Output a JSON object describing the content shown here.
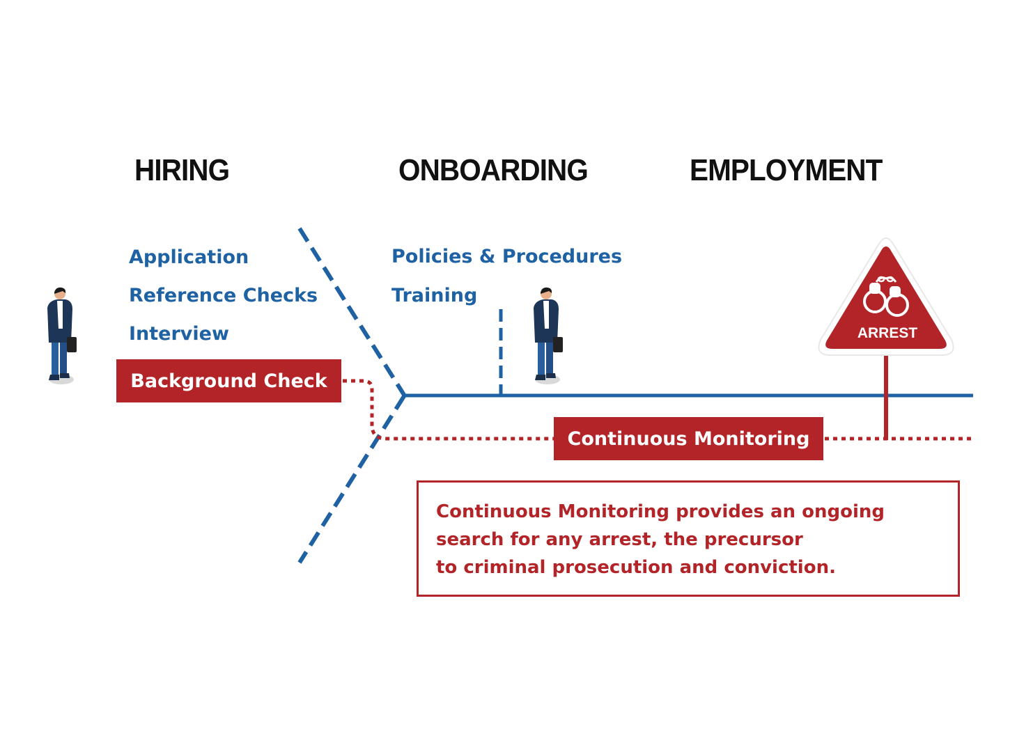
{
  "colors": {
    "blue": "#1f62a3",
    "red": "#b22428",
    "heading": "#111111"
  },
  "stages": {
    "hiring": "HIRING",
    "onboarding": "ONBOARDING",
    "employment": "EMPLOYMENT"
  },
  "hiring_steps": [
    "Application",
    "Reference Checks",
    "Interview"
  ],
  "background_check": "Background Check",
  "onboarding_steps": [
    "Policies & Procedures",
    "Training"
  ],
  "continuous_monitoring": "Continuous Monitoring",
  "arrest": {
    "label": "ARREST",
    "icon": "handcuffs-icon"
  },
  "person_icon": "business-person-icon",
  "note_lines": [
    "Continuous Monitoring provides an ongoing",
    "search for any arrest, the precursor",
    "to criminal prosecution and conviction."
  ]
}
